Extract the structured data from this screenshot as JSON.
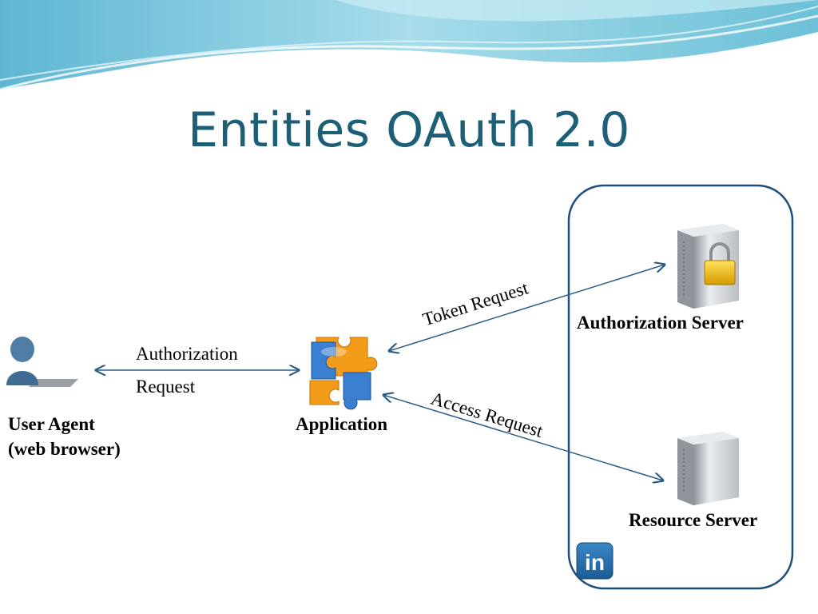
{
  "title": "Entities OAuth 2.0",
  "entities": {
    "user_agent": {
      "line1": "User Agent",
      "line2": "(web browser)"
    },
    "application": {
      "label": "Application"
    },
    "authorization_server": {
      "label": "Authorization Server"
    },
    "resource_server": {
      "label": "Resource Server"
    }
  },
  "flows": {
    "authorization_request": {
      "line1": "Authorization",
      "line2": "Request"
    },
    "token_request": {
      "label": "Token Request"
    },
    "access_request": {
      "label": "Access Request"
    }
  },
  "icons": {
    "user": "user-with-laptop-icon",
    "application": "puzzle-pieces-icon",
    "auth_server": "locked-server-icon",
    "resource_server": "server-icon",
    "logo": "linkedin-logo-icon"
  },
  "logo_text": "in",
  "colors": {
    "title": "#1c5f77",
    "arrow": "#2a5d86",
    "frame": "#1d4f7a",
    "wave": "#7fc7dc"
  }
}
